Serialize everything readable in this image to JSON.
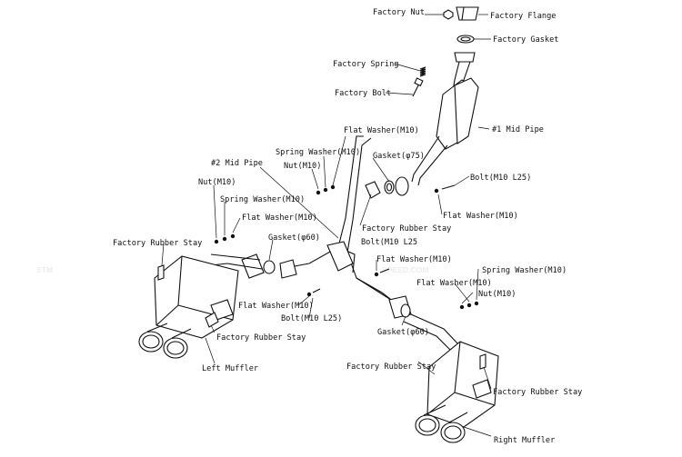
{
  "watermark": {
    "brand": "STM",
    "sub": "SPEED.COM"
  },
  "labels": {
    "factory_nut": "Factory Nut",
    "factory_flange": "Factory Flange",
    "factory_gasket": "Factory Gasket",
    "factory_spring": "Factory Spring",
    "factory_bolt": "Factory Bolt",
    "mid_pipe_1": "#1 Mid Pipe",
    "flat_washer_upper": "Flat Washer(M10)",
    "spring_washer_upper": "Spring Washer(M10)",
    "nut_upper": "Nut(M10)",
    "gasket_75": "Gasket(φ75)",
    "bolt_upper": "Bolt(M10 L25)",
    "flat_washer_right": "Flat Washer(M10)",
    "mid_pipe_2": "#2 Mid Pipe",
    "nut_left": "Nut(M10)",
    "spring_washer_left": "Spring Washer(M10)",
    "flat_washer_left": "Flat Washer(M10)",
    "gasket_60_left": "Gasket(φ60)",
    "factory_rubber_stay_center": "Factory Rubber Stay",
    "bolt_center": "Bolt(M10 L25",
    "factory_rubber_stay_left": "Factory Rubber Stay",
    "flat_washer_center": "Flat Washer(M10)",
    "spring_washer_right": "Spring Washer(M10)",
    "flat_washer_center_right": "Flat Washer(M10)",
    "nut_right": "Nut(M10)",
    "flat_washer_lower": "Flat Washer(M10)",
    "bolt_lower": "Bolt(M10 L25)",
    "gasket_60_right": "Gasket(φ60)",
    "factory_rubber_stay_lower_left": "Factory Rubber Stay",
    "left_muffler": "Left Muffler",
    "factory_rubber_stay_lower_right": "Factory Rubber Stay",
    "factory_rubber_stay_right": "Factory Rubber Stay",
    "right_muffler": "Right Muffler"
  }
}
